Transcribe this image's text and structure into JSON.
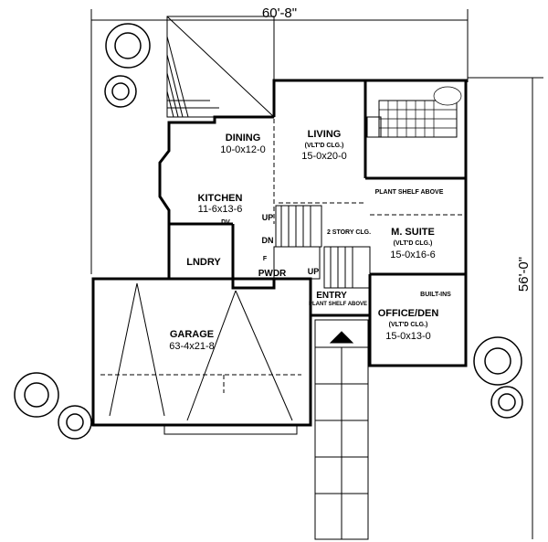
{
  "dimensions": {
    "width": "60'-8\"",
    "depth": "56'-0\""
  },
  "rooms": {
    "dining": {
      "name": "DINING",
      "size": "10-0x12-0"
    },
    "living": {
      "name": "LIVING",
      "note": "(VLT'D CLG.)",
      "size": "15-0x20-0"
    },
    "kitchen": {
      "name": "KITCHEN",
      "size": "11-6x13-6"
    },
    "laundry": {
      "name": "LNDRY",
      "dryer": "DV"
    },
    "powder": {
      "name": "PWDR",
      "pantry": "F"
    },
    "master": {
      "name": "M. SUITE",
      "note": "(VLT'D CLG.)",
      "size": "15-0x16-6"
    },
    "office": {
      "name": "OFFICE/DEN",
      "note": "(VLT'D CLG.)",
      "size": "15-0x13-0",
      "built_ins": "BUILT-INS"
    },
    "entry": {
      "name": "ENTRY",
      "note": "PLANT SHELF ABOVE"
    },
    "garage": {
      "name": "GARAGE",
      "size": "63-4x21-8"
    }
  },
  "notes": {
    "plant_shelf": "PLANT SHELF ABOVE",
    "two_story": "2 STORY CLG.",
    "stairs_up": "UP",
    "stairs_down": "DN",
    "stairs_up2": "UP"
  }
}
